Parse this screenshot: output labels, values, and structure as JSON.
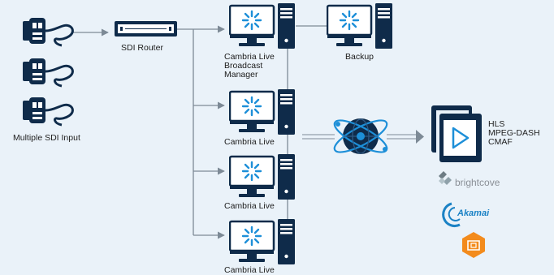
{
  "labels": {
    "multiple_sdi_input": "Multiple SDI Input",
    "sdi_router": "SDI Router",
    "broadcast_manager": [
      "Cambria Live",
      "Broadcast",
      "Manager"
    ],
    "backup": "Backup",
    "cambria_live_1": "Cambria Live",
    "cambria_live_2": "Cambria Live",
    "cambria_live_3": "Cambria Live",
    "formats": [
      "HLS",
      "MPEG-DASH",
      "CMAF"
    ],
    "brightcove": "brightcove",
    "akamai": "Akamai"
  },
  "colors": {
    "background": "#eaf2f9",
    "navy": "#0f2b4a",
    "screen": "#ffffff",
    "accent": "#1d8fd8",
    "connector": "#7d8a96",
    "brightcove": "#8a8f96",
    "akamai": "#1b82c5",
    "aws": "#f38b1c"
  },
  "icons": [
    "sdi-cable-icon",
    "sdi-router-icon",
    "workstation-icon",
    "globe-network-icon",
    "video-files-icon",
    "brightcove-logo",
    "akamai-logo",
    "aws-elemental-logo"
  ]
}
